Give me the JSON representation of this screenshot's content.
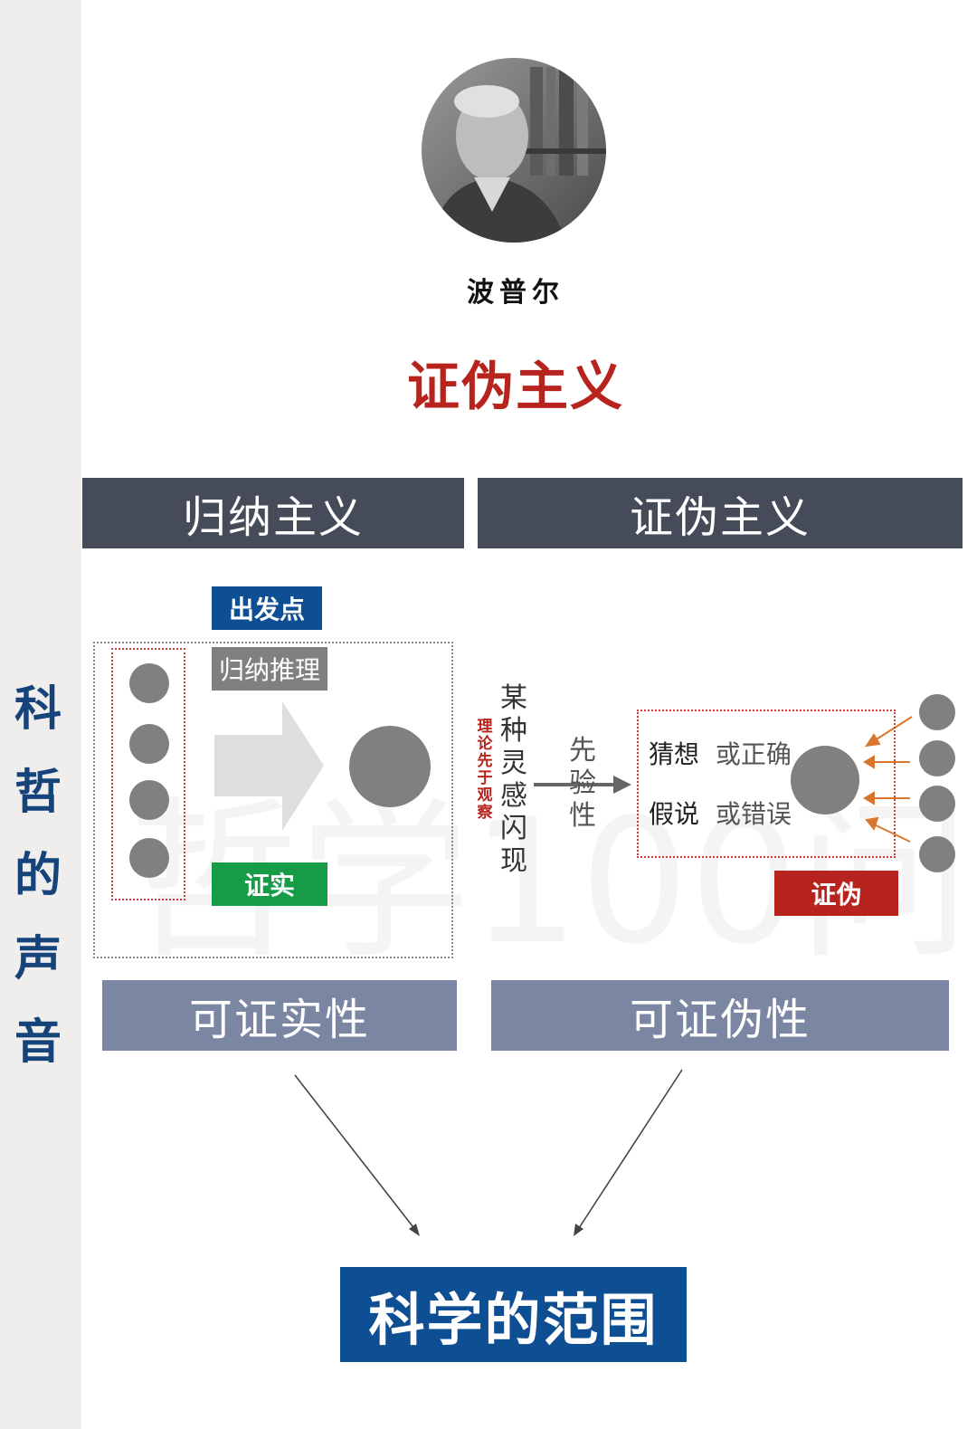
{
  "sidebar": {
    "chars": [
      "科",
      "哲",
      "的",
      "声",
      "音"
    ]
  },
  "header": {
    "person_name": "波普尔",
    "title": "证伪主义"
  },
  "columns": {
    "left_header": "归纳主义",
    "right_header": "证伪主义"
  },
  "watermark": "哲学100问",
  "induction": {
    "start_tag": "出发点",
    "reasoning_tag": "归纳推理",
    "verify_tag": "证实"
  },
  "falsification": {
    "theory_note": [
      "理",
      "论",
      "先",
      "于",
      "观",
      "察"
    ],
    "inspiration": [
      "某",
      "种",
      "灵",
      "感",
      "闪",
      "现"
    ],
    "apriori": [
      "先",
      "验",
      "性"
    ],
    "hyp_word1": "猜想",
    "hyp_sub1": "或正确",
    "hyp_word2": "假说",
    "hyp_sub2": "或错误",
    "falsify_tag": "证伪"
  },
  "properties": {
    "left": "可证实性",
    "right": "可证伪性"
  },
  "conclusion": "科学的范围",
  "colors": {
    "dark_bar": "#464b59",
    "light_bar": "#7b87a2",
    "brand_blue": "#0e4e93",
    "red": "#b7231d",
    "green": "#169b46",
    "arrow_orange": "#d9772f"
  }
}
